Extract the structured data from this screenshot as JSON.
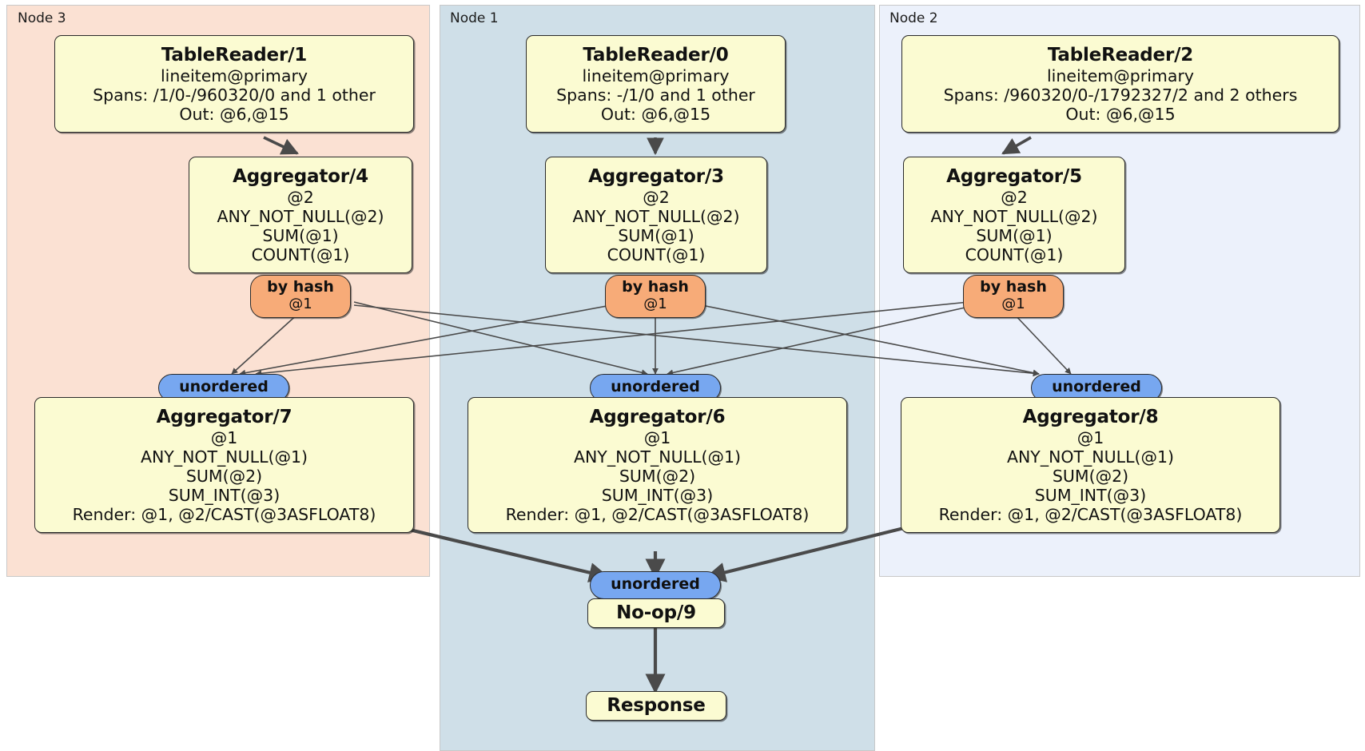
{
  "diagram": {
    "type": "distributed-query-plan",
    "regions": [
      {
        "id": "node3",
        "label": "Node 3",
        "color": "#fbe1d3"
      },
      {
        "id": "node1",
        "label": "Node 1",
        "color": "#cfdfe8"
      },
      {
        "id": "node2",
        "label": "Node 2",
        "color": "#ecf1fb"
      }
    ],
    "processors": {
      "tablereader1": {
        "title": "TableReader/1",
        "lines": [
          "lineitem@primary",
          "Spans: /1/0-/960320/0 and 1 other",
          "Out: @6,@15"
        ]
      },
      "tablereader0": {
        "title": "TableReader/0",
        "lines": [
          "lineitem@primary",
          "Spans: -/1/0 and 1 other",
          "Out: @6,@15"
        ]
      },
      "tablereader2": {
        "title": "TableReader/2",
        "lines": [
          "lineitem@primary",
          "Spans: /960320/0-/1792327/2 and 2 others",
          "Out: @6,@15"
        ]
      },
      "aggregator4": {
        "title": "Aggregator/4",
        "lines": [
          "@2",
          "ANY_NOT_NULL(@2)",
          "SUM(@1)",
          "COUNT(@1)"
        ]
      },
      "aggregator3": {
        "title": "Aggregator/3",
        "lines": [
          "@2",
          "ANY_NOT_NULL(@2)",
          "SUM(@1)",
          "COUNT(@1)"
        ]
      },
      "aggregator5": {
        "title": "Aggregator/5",
        "lines": [
          "@2",
          "ANY_NOT_NULL(@2)",
          "SUM(@1)",
          "COUNT(@1)"
        ]
      },
      "aggregator7": {
        "title": "Aggregator/7",
        "lines": [
          "@1",
          "ANY_NOT_NULL(@1)",
          "SUM(@2)",
          "SUM_INT(@3)",
          "Render: @1, @2/CAST(@3ASFLOAT8)"
        ]
      },
      "aggregator6": {
        "title": "Aggregator/6",
        "lines": [
          "@1",
          "ANY_NOT_NULL(@1)",
          "SUM(@2)",
          "SUM_INT(@3)",
          "Render: @1, @2/CAST(@3ASFLOAT8)"
        ]
      },
      "aggregator8": {
        "title": "Aggregator/8",
        "lines": [
          "@1",
          "ANY_NOT_NULL(@1)",
          "SUM(@2)",
          "SUM_INT(@3)",
          "Render: @1, @2/CAST(@3ASFLOAT8)"
        ]
      },
      "noop9": {
        "title": "No-op/9",
        "lines": []
      },
      "response": {
        "title": "Response",
        "lines": []
      }
    },
    "routers": {
      "hash_left": {
        "title": "by hash",
        "sub": "@1",
        "color": "#f7ab78"
      },
      "hash_middle": {
        "title": "by hash",
        "sub": "@1",
        "color": "#f7ab78"
      },
      "hash_right": {
        "title": "by hash",
        "sub": "@1",
        "color": "#f7ab78"
      }
    },
    "synchronizers": {
      "sync_left": {
        "title": "unordered",
        "color": "#77a7f0"
      },
      "sync_middle": {
        "title": "unordered",
        "color": "#77a7f0"
      },
      "sync_right": {
        "title": "unordered",
        "color": "#77a7f0"
      },
      "sync_final": {
        "title": "unordered",
        "color": "#77a7f0"
      }
    }
  }
}
